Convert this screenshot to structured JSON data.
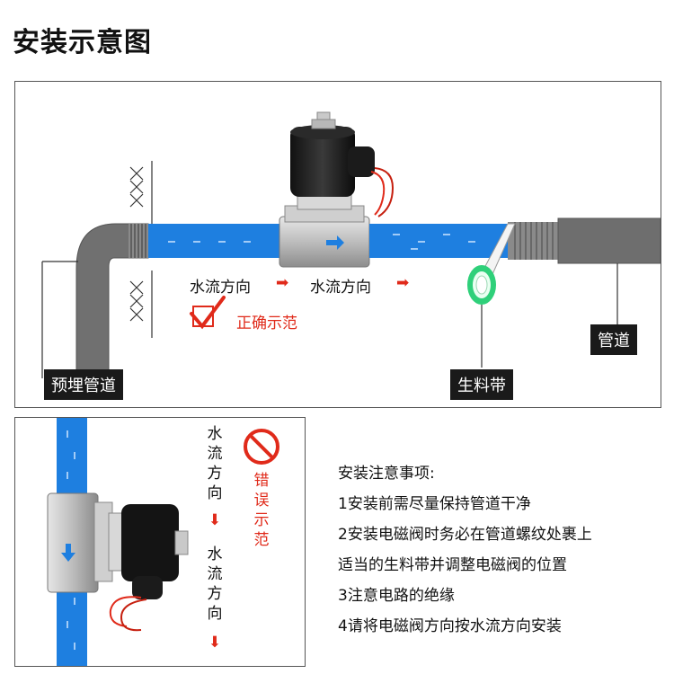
{
  "page_title": "安装示意图",
  "top_panel": {
    "label_preburied": "预埋管道",
    "label_tape": "生料带",
    "label_pipe": "管道",
    "flow_label_1": "水流方向",
    "flow_label_2": "水流方向",
    "arrow_1": "➡",
    "arrow_2": "➡",
    "correct_label": "正确示范"
  },
  "bottom_panel": {
    "flow_a": [
      "水",
      "流",
      "方",
      "向"
    ],
    "flow_b": [
      "水",
      "流",
      "方",
      "向"
    ],
    "down_arrow_a": "⬇",
    "down_arrow_b": "⬇",
    "wrong_label": [
      "错",
      "误",
      "示",
      "范"
    ]
  },
  "notes": {
    "heading": "安装注意事项:",
    "items": [
      "1安装前需尽量保持管道干净",
      "2安装电磁阀时务必在管道螺纹处裹上",
      "适当的生料带并调整电磁阀的位置",
      "3注意电路的绝缘",
      "4请将电磁阀方向按水流方向安装"
    ]
  },
  "colors": {
    "pipe_gray": "#6e6e6e",
    "water_blue": "#1e7fe0",
    "accent_red": "#e02a1a",
    "label_bg": "#1a1a1a",
    "tape_green": "#2fd07a"
  }
}
